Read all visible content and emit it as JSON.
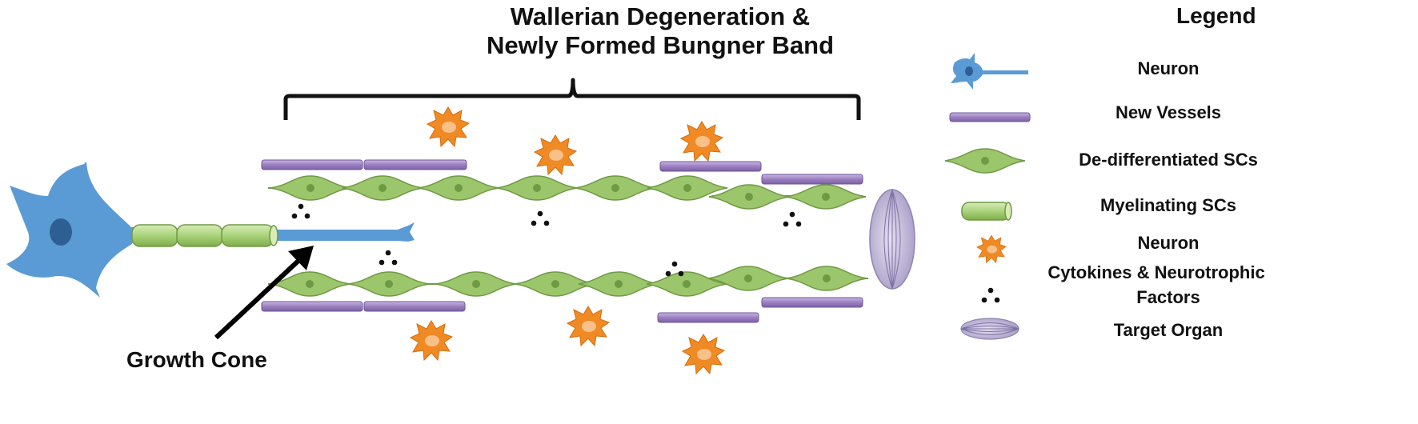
{
  "diagram": {
    "title_line1": "Wallerian Degeneration &",
    "title_line2": "Newly Formed Bungner Band",
    "growth_cone_label": "Growth Cone"
  },
  "legend": {
    "title": "Legend",
    "items": [
      {
        "label": "Neuron",
        "icon": "neuron-icon"
      },
      {
        "label": "New Vessels",
        "icon": "vessel-icon"
      },
      {
        "label": "De-differentiated SCs",
        "icon": "dedifferentiated-sc-icon"
      },
      {
        "label": "Myelinating SCs",
        "icon": "myelinating-sc-icon"
      },
      {
        "label": "Neuron",
        "icon": "macrophage-icon"
      },
      {
        "label": "Cytokines & Neurotrophic",
        "icon": "cytokine-icon"
      },
      {
        "label": "Factors",
        "icon": ""
      },
      {
        "label": "Target Organ",
        "icon": "target-organ-icon"
      }
    ]
  },
  "colors": {
    "neuron_blue": "#5b9bd5",
    "vessel_purple": "#9b7fc0",
    "schwann_green": "#9bc66b",
    "macrophage_orange": "#f08a24",
    "organ_lavender": "#b8aed1"
  }
}
